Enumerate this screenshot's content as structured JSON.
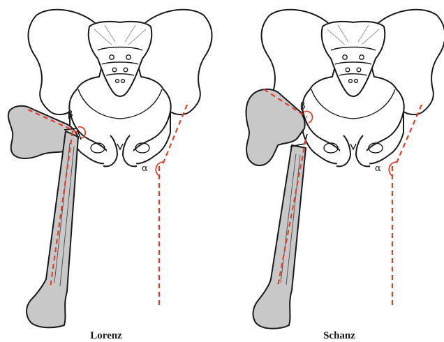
{
  "panels": [
    {
      "caption": "Lorenz",
      "angle_beta": "β",
      "angle_alpha": "α"
    },
    {
      "caption": "Schanz",
      "angle_beta": "β",
      "angle_alpha": "α"
    }
  ],
  "colors": {
    "reference_line": "#e0402a",
    "femur_fill": "#c8c8c8",
    "outline": "#1a1a1a"
  }
}
